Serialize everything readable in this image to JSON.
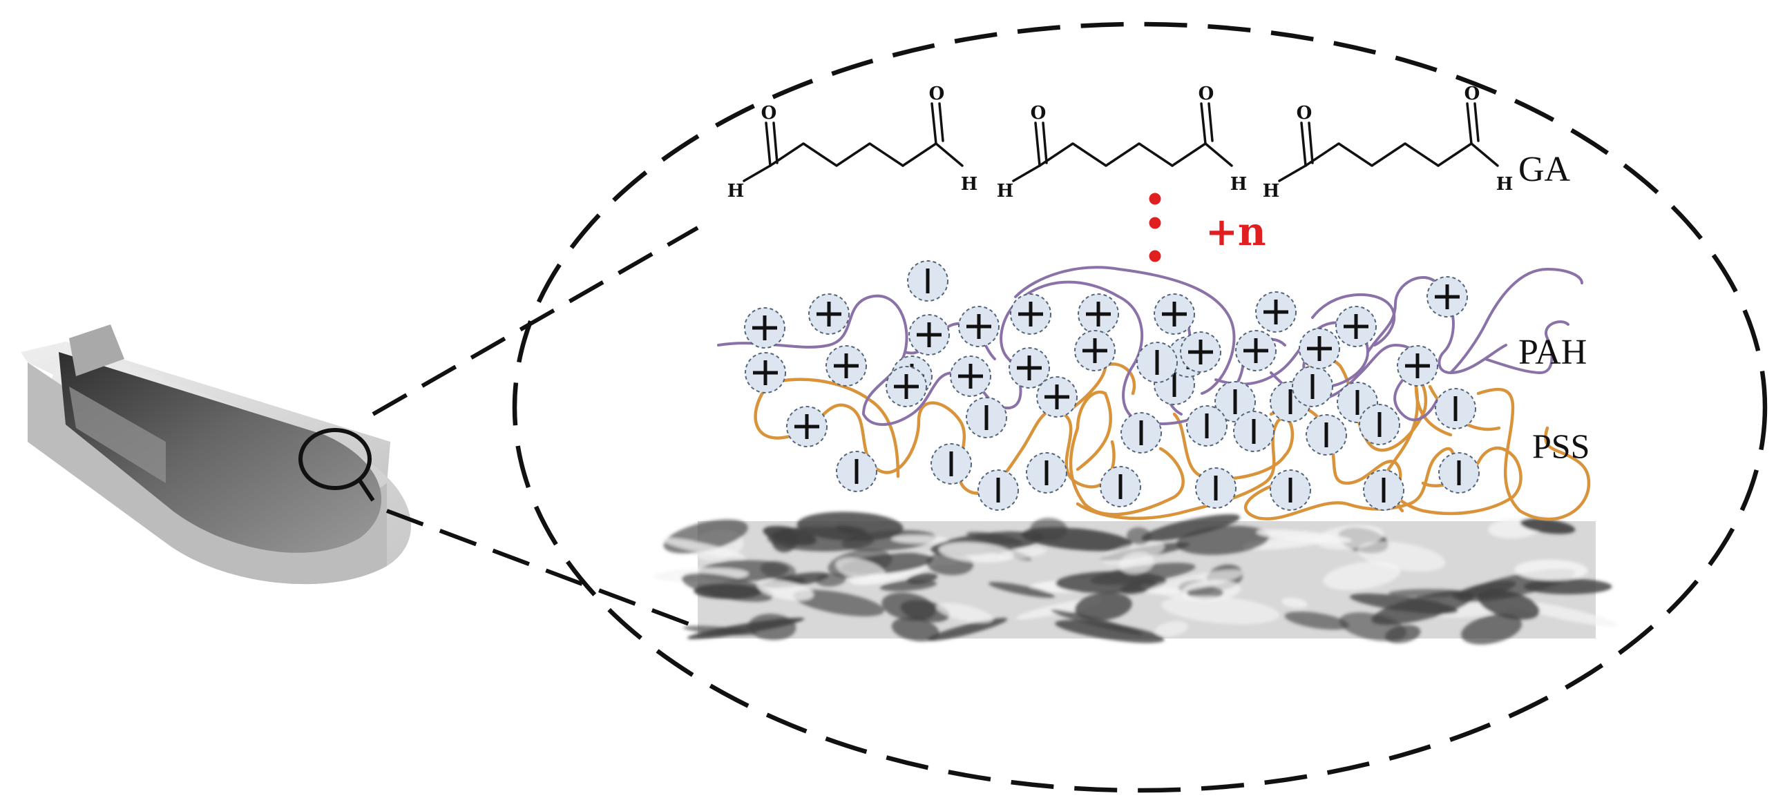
{
  "labels": {
    "ga": "GA",
    "pah": "PAH",
    "pss": "PSS",
    "plus_n": "+n"
  },
  "atoms": {
    "oxygen": "O",
    "hydrogen": "H"
  },
  "colors": {
    "pah_chain": "#8a72a8",
    "pss_chain": "#d9933a",
    "plus_n_accent": "#e02020",
    "ion_fill": "#dde5f1",
    "dash_outline": "#111111",
    "tube_outer": "#d4d4d4",
    "tube_inner": "#555555"
  }
}
